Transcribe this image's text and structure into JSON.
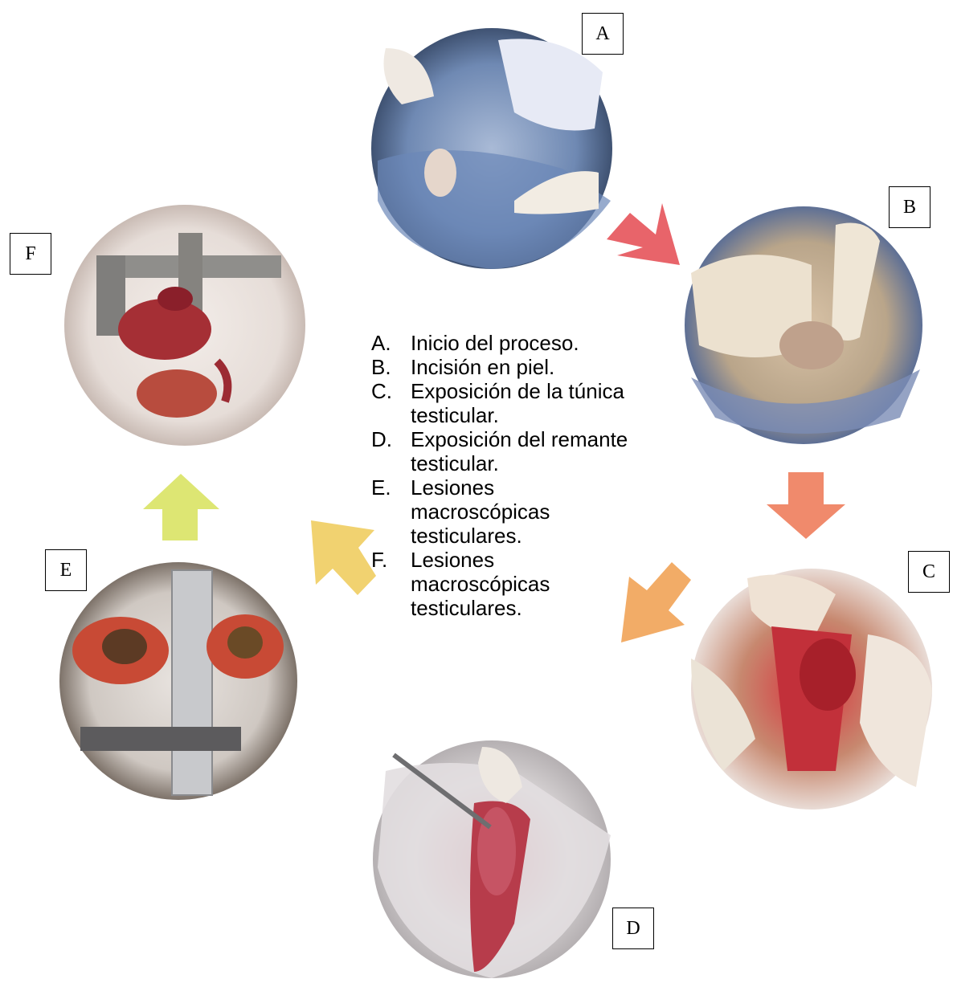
{
  "steps": [
    {
      "letter": "A",
      "photo_icon": "surgery-start-photo",
      "tint": "#6a86ad"
    },
    {
      "letter": "B",
      "photo_icon": "skin-incision-photo",
      "tint": "#c7a57f"
    },
    {
      "letter": "C",
      "photo_icon": "tunica-exposure-photo",
      "tint": "#c93a3a"
    },
    {
      "letter": "D",
      "photo_icon": "testicular-remnant-photo",
      "tint": "#b9434a"
    },
    {
      "letter": "E",
      "photo_icon": "caliper-lesions-photo",
      "tint": "#9b3a32"
    },
    {
      "letter": "F",
      "photo_icon": "caliper-lesions-photo",
      "tint": "#a8383a"
    }
  ],
  "legend": [
    {
      "letter": "A.",
      "text": "Inicio del proceso."
    },
    {
      "letter": "B.",
      "text": "Incisión en piel."
    },
    {
      "letter": "C.",
      "text": "Exposición de la túnica testicular."
    },
    {
      "letter": "D.",
      "text": "Exposición del remante testicular."
    },
    {
      "letter": "E.",
      "text": "Lesiones macroscópicas testiculares."
    },
    {
      "letter": "F.",
      "text": "Lesiones macroscópicas testiculares."
    }
  ],
  "arrows": [
    {
      "from": "A",
      "to": "B",
      "color": "#e8646a"
    },
    {
      "from": "B",
      "to": "C",
      "color": "#f08a6c"
    },
    {
      "from": "C",
      "to": "D",
      "color": "#f2ac67"
    },
    {
      "from": "D",
      "to": "E",
      "color": "#f1d270"
    },
    {
      "from": "E",
      "to": "F",
      "color": "#dde673"
    }
  ]
}
